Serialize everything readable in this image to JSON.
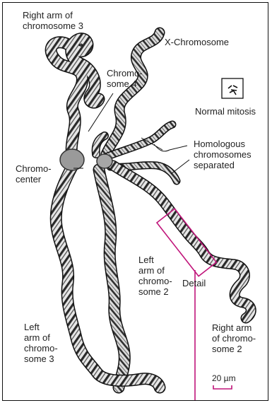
{
  "labels": {
    "right_arm_chr3": "Right arm of\nchromosome 3",
    "x_chromosome": "X-Chromosome",
    "chromosome4": "Chromo-\nsome 4",
    "normal_mitosis": "Normal mitosis",
    "chromocenter": "Chromo-\ncenter",
    "homologous": "Homologous\nchromosomes\nseparated",
    "detail": "Detail",
    "left_arm_chr2": "Left\narm of\nchromo-\nsome 2",
    "left_arm_chr3": "Left\narm of\nchromo-\nsome 3",
    "right_arm_chr2": "Right arm\nof chromo-\nsome 2",
    "scale_bar": "20 µm"
  },
  "colors": {
    "frame": "#111111",
    "band_dark": "#2a2a2a",
    "band_light": "#e6e6e6",
    "detail_highlight": "#c0147a"
  }
}
